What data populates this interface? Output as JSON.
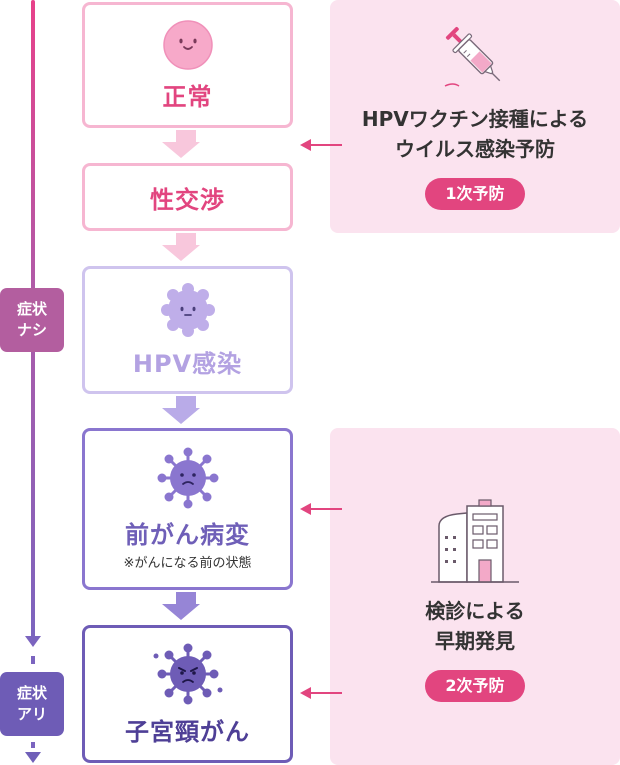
{
  "timeline": {
    "no_symptoms": {
      "line1": "症状",
      "line2": "ナシ"
    },
    "symptoms": {
      "line1": "症状",
      "line2": "アリ"
    }
  },
  "stages": [
    {
      "label": "正常",
      "icon": "happy-cell-icon"
    },
    {
      "label": "性交渉"
    },
    {
      "label": "HPV感染",
      "icon": "virus-cell-icon"
    },
    {
      "label": "前がん病変",
      "note": "※がんになる前の状態",
      "icon": "unhappy-virus-icon"
    },
    {
      "label": "子宮頸がん",
      "icon": "angry-virus-icon"
    }
  ],
  "panels": {
    "primary": {
      "line1": "HPVワクチン接種による",
      "line2": "ウイルス感染予防",
      "badge": "1次予防",
      "icon": "syringe-icon"
    },
    "secondary": {
      "line1": "検診による",
      "line2": "早期発見",
      "badge": "2次予防",
      "icon": "hospital-building-icon"
    }
  },
  "colors": {
    "pink": "#e2457f",
    "panel_bg": "#fbe3ef",
    "lavender": "#b3a2e2",
    "purple": "#6f5fb8",
    "deep_purple": "#4e3f96"
  }
}
